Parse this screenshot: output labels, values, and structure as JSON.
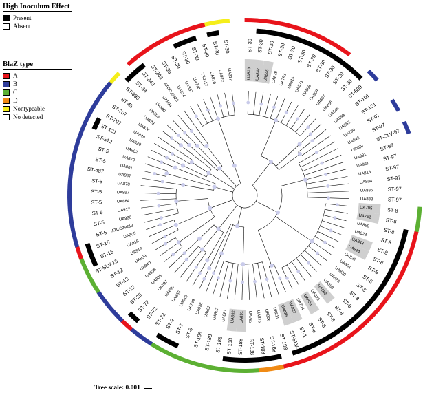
{
  "legends": {
    "hie": {
      "title": "High Inoculum Effect",
      "items": [
        {
          "label": "Present",
          "color": "#000000"
        },
        {
          "label": "Absent",
          "color": "#ffffff"
        }
      ]
    },
    "blaz": {
      "title": "BlaZ type",
      "items": [
        {
          "label": "A",
          "color": "#e8141b"
        },
        {
          "label": "B",
          "color": "#2e3c9b"
        },
        {
          "label": "C",
          "color": "#5cb033"
        },
        {
          "label": "D",
          "color": "#f08a14"
        },
        {
          "label": "Nontypeable",
          "color": "#f5ee1b"
        },
        {
          "label": "No detected",
          "color": "#ffffff"
        }
      ]
    }
  },
  "scale_label": "Tree scale: 0.001",
  "colors": {
    "A": "#e8141b",
    "B": "#2e3c9b",
    "C": "#5cb033",
    "D": "#f08a14",
    "N": "#f5ee1b",
    "hie": "#000000",
    "highlight": "#cfcfcf",
    "node": "#c9cbea",
    "branch": "#000000"
  },
  "leaves": [
    {
      "strain": "UA823",
      "st": "ST-30",
      "blaz": "A",
      "hie": false,
      "hl": true
    },
    {
      "strain": "UA847",
      "st": "ST-30",
      "blaz": "A",
      "hie": true,
      "hl": true
    },
    {
      "strain": "UA846",
      "st": "ST-30",
      "blaz": "A",
      "hie": true,
      "hl": true
    },
    {
      "strain": "UA828",
      "st": "ST-30",
      "blaz": "A",
      "hie": true,
      "hl": false
    },
    {
      "strain": "UA793",
      "st": "ST-30",
      "blaz": "A",
      "hie": true,
      "hl": false
    },
    {
      "strain": "UA815",
      "st": "ST-30",
      "blaz": "A",
      "hie": true,
      "hl": false
    },
    {
      "strain": "UA871",
      "st": "ST-30",
      "blaz": "A",
      "hie": true,
      "hl": false
    },
    {
      "strain": "UA898",
      "st": "ST-30",
      "blaz": "A",
      "hie": true,
      "hl": false
    },
    {
      "strain": "UA909",
      "st": "ST-30",
      "blaz": "A",
      "hie": true,
      "hl": false
    },
    {
      "strain": "UA867",
      "st": "ST-30",
      "blaz": "",
      "hie": true,
      "hl": false
    },
    {
      "strain": "UA805",
      "st": "ST-30",
      "blaz": "",
      "hie": true,
      "hl": false
    },
    {
      "strain": "UA845",
      "st": "ST-509",
      "blaz": "B",
      "hie": false,
      "hl": false
    },
    {
      "strain": "UA899",
      "st": "ST-101",
      "blaz": "",
      "hie": false,
      "hl": false
    },
    {
      "strain": "UA852",
      "st": "ST-101",
      "blaz": "",
      "hie": false,
      "hl": false
    },
    {
      "strain": "UA799",
      "st": "ST-97",
      "blaz": "B",
      "hie": false,
      "hl": false
    },
    {
      "strain": "UA842",
      "st": "ST-97",
      "blaz": "",
      "hie": false,
      "hl": false
    },
    {
      "strain": "UA889",
      "st": "ST-SLV-97",
      "blaz": "B",
      "hie": false,
      "hl": false
    },
    {
      "strain": "UA931",
      "st": "ST-97",
      "blaz": "",
      "hie": false,
      "hl": false
    },
    {
      "strain": "UA921",
      "st": "ST-97",
      "blaz": "",
      "hie": false,
      "hl": false
    },
    {
      "strain": "UA818",
      "st": "ST-97",
      "blaz": "",
      "hie": false,
      "hl": false
    },
    {
      "strain": "UA804",
      "st": "ST-97",
      "blaz": "",
      "hie": false,
      "hl": false
    },
    {
      "strain": "UA886",
      "st": "ST-97",
      "blaz": "",
      "hie": false,
      "hl": false
    },
    {
      "strain": "UA883",
      "st": "ST-97",
      "blaz": "",
      "hie": false,
      "hl": false
    },
    {
      "strain": "UA705",
      "st": "ST-8",
      "blaz": "C",
      "hie": false,
      "hl": true
    },
    {
      "strain": "UA751",
      "st": "ST-8",
      "blaz": "C",
      "hie": false,
      "hl": true
    },
    {
      "strain": "UA868",
      "st": "ST-8",
      "blaz": "A",
      "hie": true,
      "hl": false
    },
    {
      "strain": "UA824",
      "st": "ST-8",
      "blaz": "A",
      "hie": true,
      "hl": false
    },
    {
      "strain": "UA843",
      "st": "ST-8",
      "blaz": "A",
      "hie": true,
      "hl": true
    },
    {
      "strain": "UA844",
      "st": "ST-8",
      "blaz": "A",
      "hie": true,
      "hl": true
    },
    {
      "strain": "UA832",
      "st": "ST-8",
      "blaz": "A",
      "hie": true,
      "hl": false
    },
    {
      "strain": "UA831",
      "st": "ST-8",
      "blaz": "A",
      "hie": true,
      "hl": false
    },
    {
      "strain": "UA830",
      "st": "ST-8",
      "blaz": "A",
      "hie": true,
      "hl": false
    },
    {
      "strain": "UA826",
      "st": "ST-8",
      "blaz": "A",
      "hie": true,
      "hl": false
    },
    {
      "strain": "UA888",
      "st": "ST-8",
      "blaz": "A",
      "hie": true,
      "hl": false
    },
    {
      "strain": "UA862",
      "st": "ST-8",
      "blaz": "A",
      "hie": true,
      "hl": true
    },
    {
      "strain": "UA825",
      "st": "ST-8",
      "blaz": "A",
      "hie": true,
      "hl": false
    },
    {
      "strain": "UA833",
      "st": "ST-8",
      "blaz": "A",
      "hie": true,
      "hl": true
    },
    {
      "strain": "UA704",
      "st": "ST-8",
      "blaz": "A",
      "hie": true,
      "hl": false
    },
    {
      "strain": "UA827",
      "st": "ST-1",
      "blaz": "A",
      "hie": true,
      "hl": true
    },
    {
      "strain": "UA836",
      "st": "ST-SLV-1",
      "blaz": "A",
      "hie": true,
      "hl": true
    },
    {
      "strain": "UA811",
      "st": "ST-188",
      "blaz": "A",
      "hie": false,
      "hl": false
    },
    {
      "strain": "UA806",
      "st": "ST-188",
      "blaz": "D",
      "hie": true,
      "hl": false
    },
    {
      "strain": "UA876",
      "st": "ST-188",
      "blaz": "D",
      "hie": true,
      "hl": false
    },
    {
      "strain": "UA792",
      "st": "ST-188",
      "blaz": "C",
      "hie": true,
      "hl": false
    },
    {
      "strain": "UA891",
      "st": "ST-188",
      "blaz": "C",
      "hie": true,
      "hl": true
    },
    {
      "strain": "UA892",
      "st": "ST-188",
      "blaz": "C",
      "hie": true,
      "hl": true
    },
    {
      "strain": "UA881",
      "st": "ST-188",
      "blaz": "C",
      "hie": false,
      "hl": false
    },
    {
      "strain": "UA807",
      "st": "ST-188",
      "blaz": "C",
      "hie": false,
      "hl": false
    },
    {
      "strain": "UA882",
      "st": "ST-188",
      "blaz": "C",
      "hie": false,
      "hl": false
    },
    {
      "strain": "UA936",
      "st": "ST-6",
      "blaz": "C",
      "hie": false,
      "hl": false
    },
    {
      "strain": "UA739",
      "st": "ST-7",
      "blaz": "C",
      "hie": true,
      "hl": false
    },
    {
      "strain": "UA919",
      "st": "ST-9",
      "blaz": "C",
      "hie": true,
      "hl": false
    },
    {
      "strain": "UA865",
      "st": "ST-72",
      "blaz": "B",
      "hie": false,
      "hl": false
    },
    {
      "strain": "UA850",
      "st": "ST-72",
      "blaz": "B",
      "hie": false,
      "hl": false
    },
    {
      "strain": "UA797",
      "st": "ST-72",
      "blaz": "A",
      "hie": true,
      "hl": false
    },
    {
      "strain": "UA809",
      "st": "ST-25",
      "blaz": "B",
      "hie": false,
      "hl": false
    },
    {
      "strain": "UA838",
      "st": "ST-12",
      "blaz": "B",
      "hie": false,
      "hl": false
    },
    {
      "strain": "UA840",
      "st": "ST-12",
      "blaz": "B",
      "hie": false,
      "hl": false
    },
    {
      "strain": "UA839",
      "st": "ST-12",
      "blaz": "C",
      "hie": false,
      "hl": false
    },
    {
      "strain": "UA913",
      "st": "ST-SLV-15",
      "blaz": "C",
      "hie": false,
      "hl": false
    },
    {
      "strain": "UA915",
      "st": "ST-15",
      "blaz": "C",
      "hie": true,
      "hl": false
    },
    {
      "strain": "UA805",
      "st": "ST-15",
      "blaz": "A",
      "hie": true,
      "hl": false
    },
    {
      "strain": "ATCC29213",
      "st": "ST-5",
      "blaz": "B",
      "hie": false,
      "hl": false
    },
    {
      "strain": "UA930",
      "st": "ST-5",
      "blaz": "B",
      "hie": false,
      "hl": false
    },
    {
      "strain": "UA917",
      "st": "ST-5",
      "blaz": "B",
      "hie": false,
      "hl": false
    },
    {
      "strain": "UA884",
      "st": "ST-5",
      "blaz": "B",
      "hie": false,
      "hl": false
    },
    {
      "strain": "UA897",
      "st": "ST-5",
      "blaz": "B",
      "hie": false,
      "hl": false
    },
    {
      "strain": "UA878",
      "st": "ST-5",
      "blaz": "B",
      "hie": false,
      "hl": false
    },
    {
      "strain": "UA887",
      "st": "ST-487",
      "blaz": "B",
      "hie": false,
      "hl": false
    },
    {
      "strain": "UA901",
      "st": "ST-5",
      "blaz": "B",
      "hie": false,
      "hl": false
    },
    {
      "strain": "UA870",
      "st": "ST-5",
      "blaz": "B",
      "hie": false,
      "hl": false
    },
    {
      "strain": "UA862",
      "st": "ST-512",
      "blaz": "B",
      "hie": false,
      "hl": false
    },
    {
      "strain": "UA828",
      "st": "ST-121",
      "blaz": "B",
      "hie": true,
      "hl": false
    },
    {
      "strain": "UA849",
      "st": "ST-707",
      "blaz": "B",
      "hie": false,
      "hl": false
    },
    {
      "strain": "UA876",
      "st": "ST-707",
      "blaz": "B",
      "hie": false,
      "hl": false
    },
    {
      "strain": "UA879",
      "st": "ST-45",
      "blaz": "B",
      "hie": false,
      "hl": false
    },
    {
      "strain": "UA803",
      "st": "ST-398",
      "blaz": "N",
      "hie": false,
      "hl": false
    },
    {
      "strain": "UA890",
      "st": "ST-34",
      "blaz": "",
      "hie": true,
      "hl": false
    },
    {
      "strain": "UA894",
      "st": "ST-243",
      "blaz": "A",
      "hie": true,
      "hl": false
    },
    {
      "strain": "ATCC25923",
      "st": "ST-243",
      "blaz": "A",
      "hie": false,
      "hl": false
    },
    {
      "strain": "UA814",
      "st": "ST-30",
      "blaz": "A",
      "hie": false,
      "hl": false
    },
    {
      "strain": "UA837",
      "st": "ST-30",
      "blaz": "A",
      "hie": false,
      "hl": false
    },
    {
      "strain": "UA778",
      "st": "ST-30",
      "blaz": "A",
      "hie": true,
      "hl": false
    },
    {
      "strain": "TX0117",
      "st": "ST-30",
      "blaz": "A",
      "hie": true,
      "hl": false
    },
    {
      "strain": "UA820",
      "st": "ST-30",
      "blaz": "A",
      "hie": false,
      "hl": false
    },
    {
      "strain": "UA922",
      "st": "ST-30",
      "blaz": "N",
      "hie": true,
      "hl": false
    },
    {
      "strain": "UA817",
      "st": "ST-30",
      "blaz": "N",
      "hie": false,
      "hl": false
    }
  ]
}
